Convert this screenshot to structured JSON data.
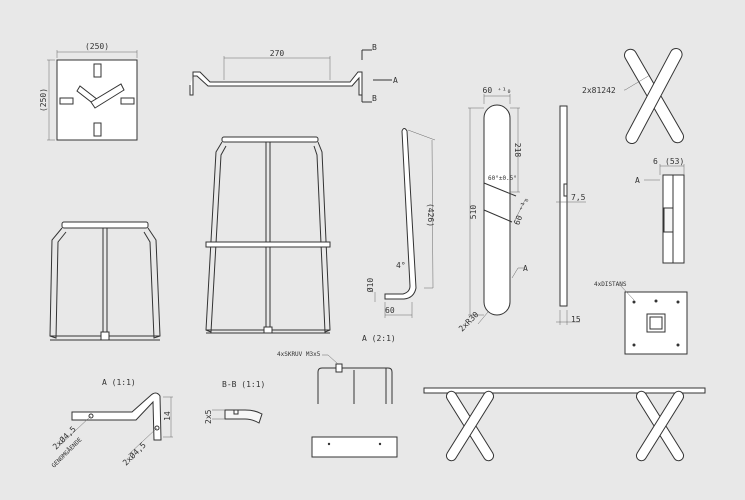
{
  "clock_plate": {
    "dim_width": "(250)",
    "dim_height": "(250)"
  },
  "top_bar": {
    "dim_length": "270",
    "section_b_top": "B",
    "section_b_bottom": "B",
    "view_a": "A"
  },
  "leg_profile": {
    "dim_length": "(426)",
    "angle": "4°",
    "diameter": "Ø10",
    "dim_foot": "60",
    "detail_label": "A (2:1)"
  },
  "slat": {
    "dim_width": "60 ⁺¹₀",
    "dim_length": "510",
    "dim_upper": "218",
    "dim_slot": "60 ⁺¹₀",
    "angle_note": "60°±0.5°",
    "radius": "2xR30",
    "view_a": "A"
  },
  "slat_side": {
    "dim_slot_depth": "7,5",
    "dim_thickness": "15"
  },
  "cross": {
    "callout": "2x81242"
  },
  "box_side": {
    "dim_offset": "6",
    "dim_depth": "(53)",
    "view_a": "A"
  },
  "box_back": {
    "callout": "4xDISTANS"
  },
  "detail_a": {
    "title": "A (1:1)",
    "dim_height": "14",
    "hole_through": "2xØ4,5",
    "through_note": "GENOMGÅENDE",
    "hole": "2xØ4,5"
  },
  "section_bb": {
    "title": "B-B (1:1)",
    "dim": "2x5"
  },
  "bracket": {
    "callout": "4xSKRUV M3x5"
  }
}
